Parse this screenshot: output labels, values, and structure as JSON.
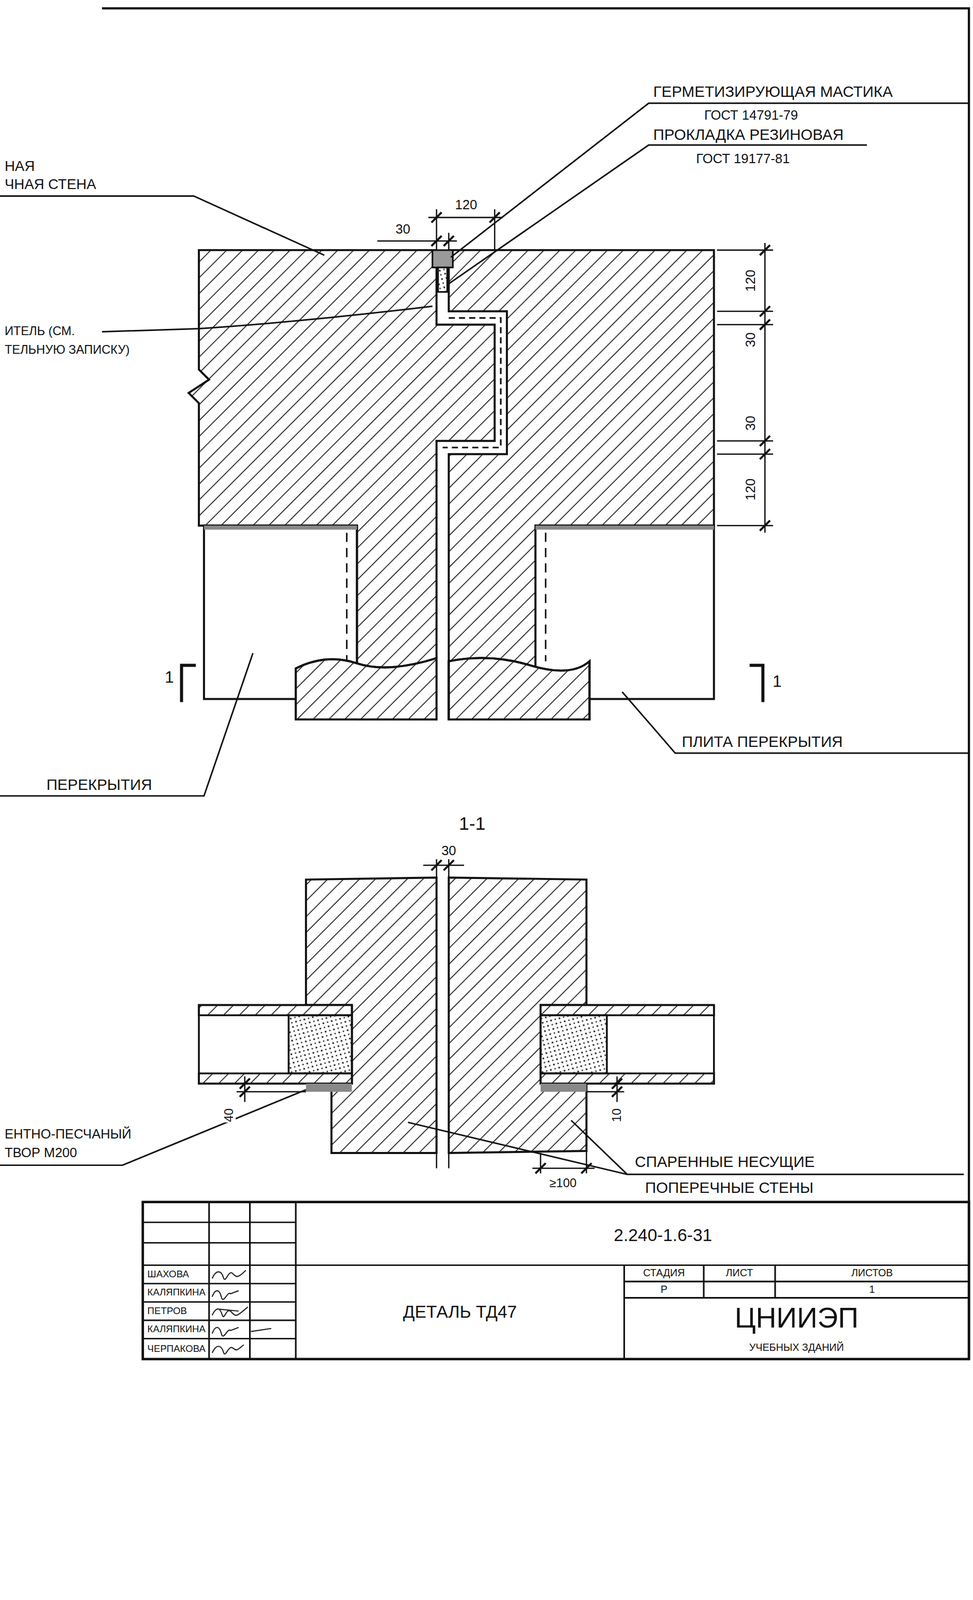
{
  "diagram": {
    "labels": [
      "ГЕРМЕТИЗИРУЮЩАЯ МАСТИКА",
      "ГОСТ 14791-79",
      "ПРОКЛАДКА РЕЗИНОВАЯ",
      "ГОСТ 19177-81",
      "120",
      "30",
      "НАЯ",
      "ЧНАЯ СТЕНА",
      "ИТЕЛЬ (СМ.",
      "ТЕЛЬНУЮ ЗАПИСКУ)",
      "120",
      "30",
      "30",
      "120",
      "1",
      "1",
      "ПЛИТА ПЕРЕКРЫТИЯ",
      "ПЕРЕКРЫТИЯ",
      "1-1",
      "30",
      "40",
      "10",
      "ЕНТНО-ПЕСЧАНЫЙ",
      "ТВОР М200",
      "≥100",
      "СПАРЕННЫЕ НЕСУЩИЕ",
      "ПОПЕРЕЧНЫЕ СТЕНЫ",
      "2.240-1.6-31",
      "ШАХОВА",
      "КАЛЯПКИНА",
      "ПЕТРОВ",
      "КАЛЯПКИНА",
      "ЧЕРПАКОВА",
      "ДЕТАЛЬ ТД47",
      "СТАДИЯ",
      "ЛИСТ",
      "ЛИСТОВ",
      "Р",
      "1",
      "ЦНИИЭП",
      "УЧЕБНЫХ ЗДАНИЙ"
    ]
  }
}
